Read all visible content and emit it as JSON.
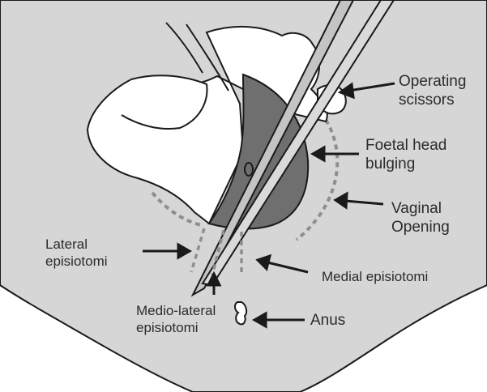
{
  "colors": {
    "skin": "#d6d6d6",
    "background": "#ffffff",
    "outline": "#1a1a1a",
    "head_fill": "#6f6f6f",
    "dotted_line": "#8e8e8e",
    "text": "#2b2b2b"
  },
  "labels": {
    "operating_scissors": [
      "Operating",
      "scissors"
    ],
    "foetal_head": [
      "Foetal head",
      "bulging"
    ],
    "vaginal_opening": [
      "Vaginal",
      "Opening"
    ],
    "lateral_episiotomi": [
      "Lateral",
      "episiotomi"
    ],
    "medial_episiotomi": "Medial episiotomi",
    "medio_lateral_episiotomi": [
      "Medio-lateral",
      "episiotomi"
    ],
    "anus": "Anus"
  }
}
